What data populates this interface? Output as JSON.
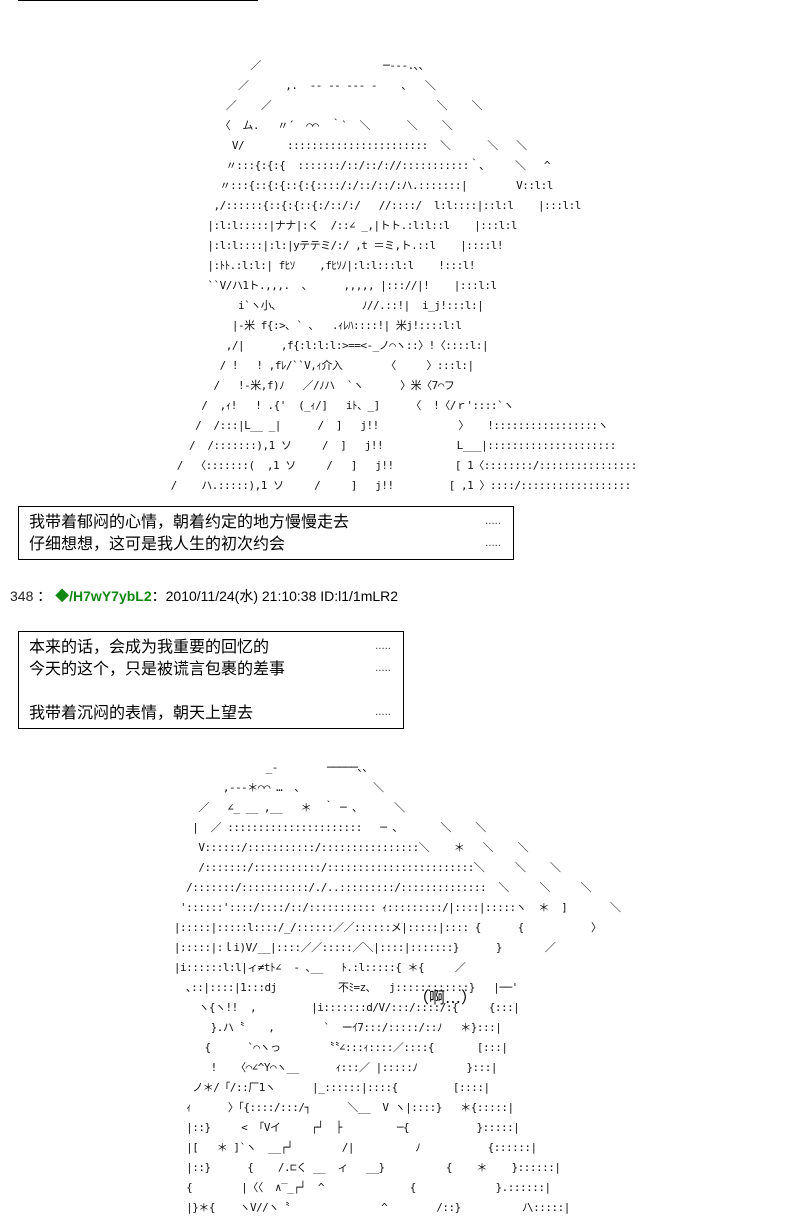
{
  "ascii_art_1": "                  ／                    ─‐‐-.､､\n                ／      ,.  ‐‐ ‐‐ ‐‐‐ -    ､   ＼\n              ／    ／                           ＼    ＼\n             〈  ム.   〃´  ⌒⌒  ｀`  ＼      ＼    ＼\n               V/       :::::::::::::::::::::::  ＼      ＼   ＼\n              〃:::{:{:{  :::::::/::/::/://:::::::::::｀､     ＼   ^\n             〃:::{::{:{::{:{::::/:/::/::/:ハ.:::::::|        V::l:l\n            ,/::::::{::{:{::{:/::/:/   //::::/  l:l::::|::l:l    |:::l:l\n           |:l:l:::::|ナナ|:く  /::∠ _,|トト.:l:l::l    |:::l:l\n           |:l:l::::|:l:|уテテミ/:/ ,t ＝ミ,ト.::l    |::::l!\n           |:ﾄﾄ.:l:l:| fﾋｿ    ,fﾋｿﾉ|:l:l:::l:l    !:::l!\n           ``V/ハ1ト.,,,.  ､      ,,,,, |::://|!    |:::l:l\n                i`ヽ小､              ﾉ//.::!|  i_j!:::l:|\n               |-米 f{:>､ ` ､   .ｨﾚﾊ::::!| 米j!::::l:l\n              ,/|      ,f{:l:l:l:>==<‐_ノ⌒ヽ::〉!〈::::l:|\n             / !   ! ,fﾚ/``V,ｨ介入       〈     〉:::l:|\n            /   !-米,f)ﾉ   ／/ﾉハ  `ヽ      〉米〈7⌒フ\n          /  ,ｨ!   ! .{'  (_ｨ/]   iﾄ、_]     〈  !〈/ｒ'::::`ヽ\n         /  /:::|L__ _|      /  ]   j!!             〉   !:::::::::::::::::ヽ\n        /  /:::::::),1 ソ     /  ]   j!!            L___|:::::::::::::::::::::\n      /  〈:::::::(  ,1 ソ     /   ]   j!!          [ 1〈::::::::/::::::::::::::::\n     /    ハ.:::::),1 ソ     /     ]   j!!         [ ,1 〉::::/::::::::::::::::::",
  "box1": {
    "lines": [
      {
        "text": "我带着郁闷的心情，朝着约定的地方慢慢走去",
        "dots": "....."
      },
      {
        "text": "仔细想想，这可是我人生的初次约会",
        "dots": "....."
      }
    ]
  },
  "post_header": {
    "number": "348",
    "separator": "：",
    "diamond": "◆",
    "trip": "/H7wY7ybL2",
    "info": "：2010/11/24(水) 21:10:38 ID:l1/1mLR2"
  },
  "box2": {
    "lines": [
      {
        "text": "本来的话，会成为我重要的回忆的",
        "dots": "....."
      },
      {
        "text": "今天的这个，只是被谎言包裹的差事",
        "dots": "....."
      },
      {
        "text": "",
        "dots": ""
      },
      {
        "text": "我带着沉闷的表情，朝天上望去",
        "dots": "....."
      }
    ]
  },
  "ascii_art_2": "                              _‐        ─────､､\n                       ,‐‐‐＊⌒⌒ …  ､            ＼\n                   ／   ∠_ __ ,__   ＊  ｀ ─ ､      ＼\n                  |  ／ ::::::::::::::::::::::   ─ ､       ＼    ＼\n                   V::::::/:::::::::::/::::::::::::::::＼    ＊   ＼    ＼\n                   /:::::::/:::::::::::/::::::::::::::::::::::::＼     ＼    ＼\n                 /:::::::/:::::::::::/./..:::::::::/::::::::::::::  ＼     ＼     ＼\n                '::::::'::::/::::/::/::::::::::: ｨ:::::::::/|::::|:::::ヽ  ＊  ]       ＼\n               |:::::|:::::l::::/_/::::::／／::::::メ|:::::|:::: {      {           〉\n               |:::::|:ｌi)V/__|::::／／:::::／＼|::::|:::::::}      }       ／\n               |i::::::l:l|ィ≠tﾄ∠  ‐ ､__   ﾄ.:l:::::{ ＊{     ／\n                 ､::|::::|1:::dj          不ﾐ=z､   j::::::::::::}   |──'\n                   ヽ{ヽ!!  ,         |i:::::::d/V/:::/::::/:{     {:::|\n                     }.ハ〝    ,        `  ーｲ7:::/:::::/::ﾉ   ＊}:::|\n                    {      `⌒ヽっ       〝〝∠:::ｨ::::／::::{       [:::|\n                     !   〈⌒∠^Y⌒ヽ__      ｨ:::／ |:::::ﾉ        }:::|\n                  ノ＊/「/::厂1ヽ      |_::::::|::::{         [::::|\n                 ｨ      〉｢{::::/:::/┐      ＼__  V ヽ|::::}   ＊{:::::|\n                 |::}     < 「Vイ     ┌┘  ├         ─{           }:::::|\n                 |[   ＊ ]`ヽ  __┌┘        /|          ﾉ           {::::::|\n                 |::}      {    /.⊏く __  ィ   __}          {    ＊    }::::::|\n                 {        |〈〈  ∧‾_┌┘  ^              {             }.::::::|\n                 |}＊{    ヽV//ヽ〝               ^        /::}          ﾉ\\:::::|",
  "speech": "（啊…）"
}
